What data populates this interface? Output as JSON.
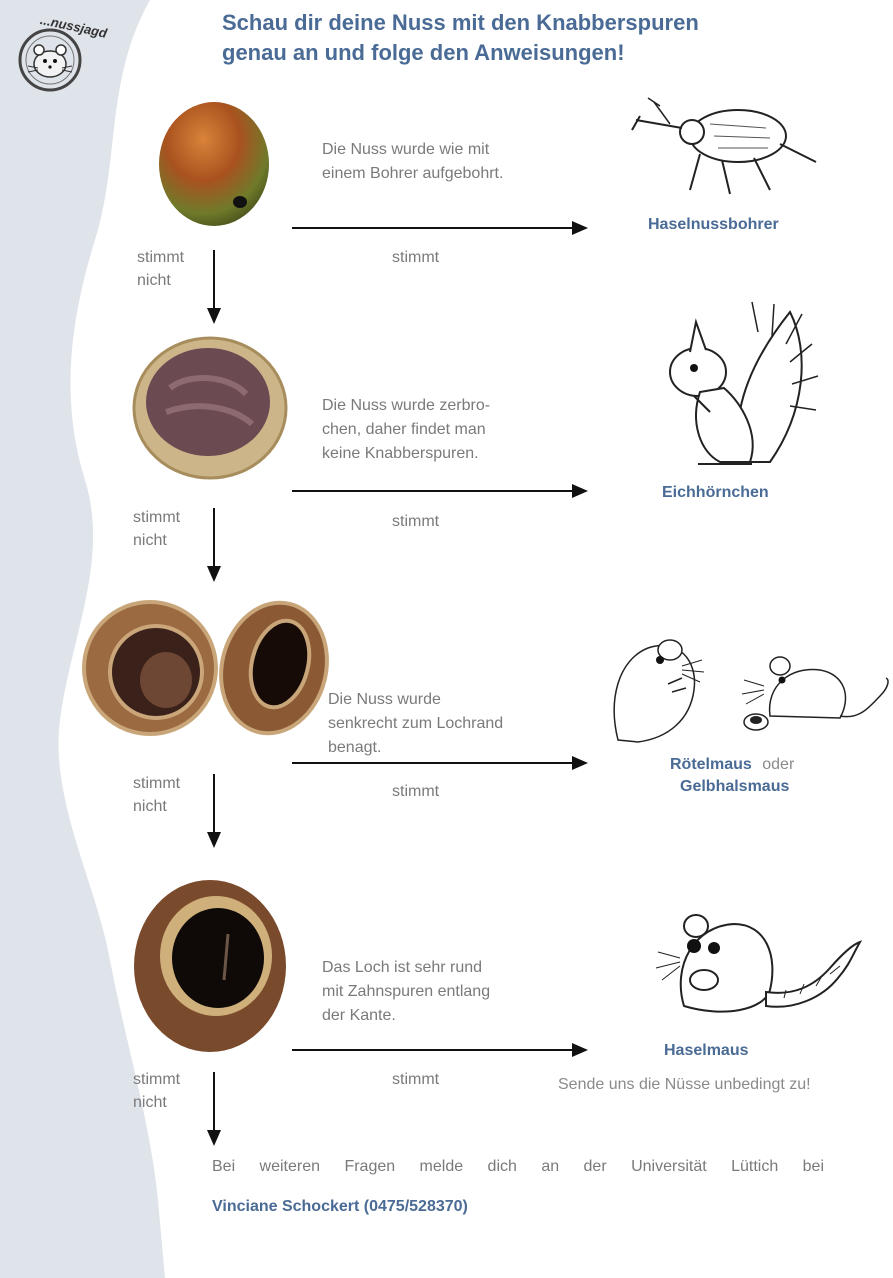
{
  "title_line1": "Schau dir deine Nuss mit den Knabberspuren",
  "title_line2": "genau an und folge den Anweisungen!",
  "logo_text": "...nussjagd",
  "steps": [
    {
      "desc_lines": [
        "Die Nuss wurde wie mit",
        "einem Bohrer aufgebohrt."
      ],
      "yes_label": "stimmt",
      "no_label_lines": [
        "stimmt",
        "nicht"
      ],
      "animal": "Haselnussbohrer"
    },
    {
      "desc_lines": [
        "Die Nuss wurde zerbro-",
        "chen, daher findet man",
        "keine Knabberspuren."
      ],
      "yes_label": "stimmt",
      "no_label_lines": [
        "stimmt",
        "nicht"
      ],
      "animal": "Eichhörnchen"
    },
    {
      "desc_lines": [
        "Die Nuss wurde",
        "senkrecht zum Lochrand",
        "benagt."
      ],
      "yes_label": "stimmt",
      "no_label_lines": [
        "stimmt",
        "nicht"
      ],
      "animal_a": "Rötelmaus",
      "animal_or": "oder",
      "animal_b": "Gelbhalsmaus"
    },
    {
      "desc_lines": [
        "Das Loch ist sehr rund",
        "mit Zahnspuren entlang",
        "der Kante."
      ],
      "yes_label": "stimmt",
      "no_label_lines": [
        "stimmt",
        "nicht"
      ],
      "animal": "Haselmaus",
      "extra": "Sende uns die Nüsse unbedingt zu!"
    }
  ],
  "footer_text": "Bei weiteren Fragen melde dich an der Universität Lüttich bei",
  "footer_contact": "Vinciane Schockert (0475/528370)",
  "colors": {
    "heading": "#4a6b95",
    "text": "#7a7a7a",
    "arrow": "#111111",
    "side_band": "#dfe3ea"
  }
}
